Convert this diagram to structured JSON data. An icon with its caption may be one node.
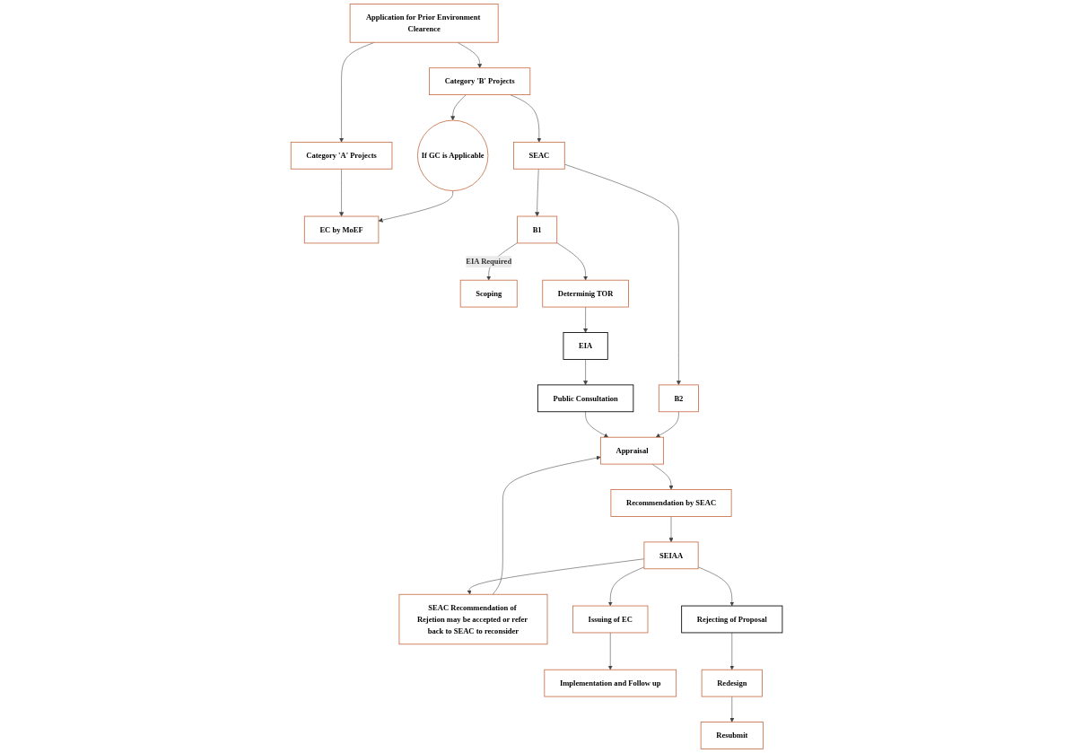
{
  "diagram": {
    "nodes": [
      {
        "text": [
          "Application for Prior Environment Clearence"
        ]
      },
      {
        "text": [
          "Category 'A' Projects"
        ]
      },
      {
        "text": [
          "Category 'B' Projects"
        ]
      },
      {
        "text": [
          "EC by MoEF"
        ]
      },
      {
        "text": [
          "If GC is Applicable"
        ]
      },
      {
        "text": [
          "SEAC"
        ]
      },
      {
        "text": [
          "B1"
        ]
      },
      {
        "text": [
          "B2"
        ]
      },
      {
        "text": [
          "Scoping"
        ]
      },
      {
        "text": [
          "Determinig TOR"
        ]
      },
      {
        "text": [
          "EIA"
        ]
      },
      {
        "text": [
          "Public Consultation"
        ]
      },
      {
        "text": [
          "Appraisal"
        ]
      },
      {
        "text": [
          "Recommendation by SEAC"
        ]
      },
      {
        "text": [
          "SEAC Recommendation of Rejetion may be accepted or refer back to SEAC to reconsider"
        ]
      },
      {
        "text": [
          "SEIAA"
        ]
      },
      {
        "text": [
          "Implementation and Follow up"
        ]
      },
      {
        "text": [
          "Issuing of EC"
        ]
      },
      {
        "text": [
          "Rejecting of Proposal"
        ]
      },
      {
        "text": [
          "Resubmit"
        ]
      },
      {
        "text": [
          "Redesign"
        ]
      }
    ],
    "edges": [
      {
        "from": 0,
        "to": 1,
        "arrow": "to"
      },
      {
        "from": 0,
        "to": 2,
        "arrow": "to"
      },
      {
        "from": 1,
        "to": 3,
        "arrow": "to"
      },
      {
        "from": 2,
        "to": 4,
        "arrow": "to"
      },
      {
        "from": 4,
        "to": 3,
        "arrow": "to"
      },
      {
        "from": 2,
        "to": 5,
        "arrow": "to"
      },
      {
        "from": 5,
        "to": 6,
        "arrow": "to"
      },
      {
        "from": 5,
        "to": 7,
        "arrow": "to"
      },
      {
        "from": 6,
        "to": 8,
        "arrow": "to",
        "label": "EIA Required"
      },
      {
        "from": 6,
        "to": 9,
        "arrow": "to"
      },
      {
        "from": 9,
        "to": 10,
        "arrow": "to"
      },
      {
        "from": 10,
        "to": 11,
        "arrow": "to"
      },
      {
        "from": 11,
        "to": 12,
        "arrow": "to"
      },
      {
        "from": 7,
        "to": 12,
        "arrow": "to"
      },
      {
        "from": 14,
        "to": 12,
        "arrow": "to"
      },
      {
        "from": 12,
        "to": 13,
        "arrow": "to"
      },
      {
        "from": 13,
        "to": 15,
        "arrow": "to"
      },
      {
        "from": 15,
        "to": 14,
        "arrow": "to"
      },
      {
        "from": 15,
        "to": 17,
        "arrow": "to"
      },
      {
        "from": 15,
        "to": 18,
        "arrow": "to"
      },
      {
        "from": 17,
        "to": 16,
        "arrow": "to"
      },
      {
        "from": 18,
        "to": 20,
        "arrow": "to"
      },
      {
        "from": 20,
        "to": 19,
        "arrow": "to"
      }
    ]
  }
}
